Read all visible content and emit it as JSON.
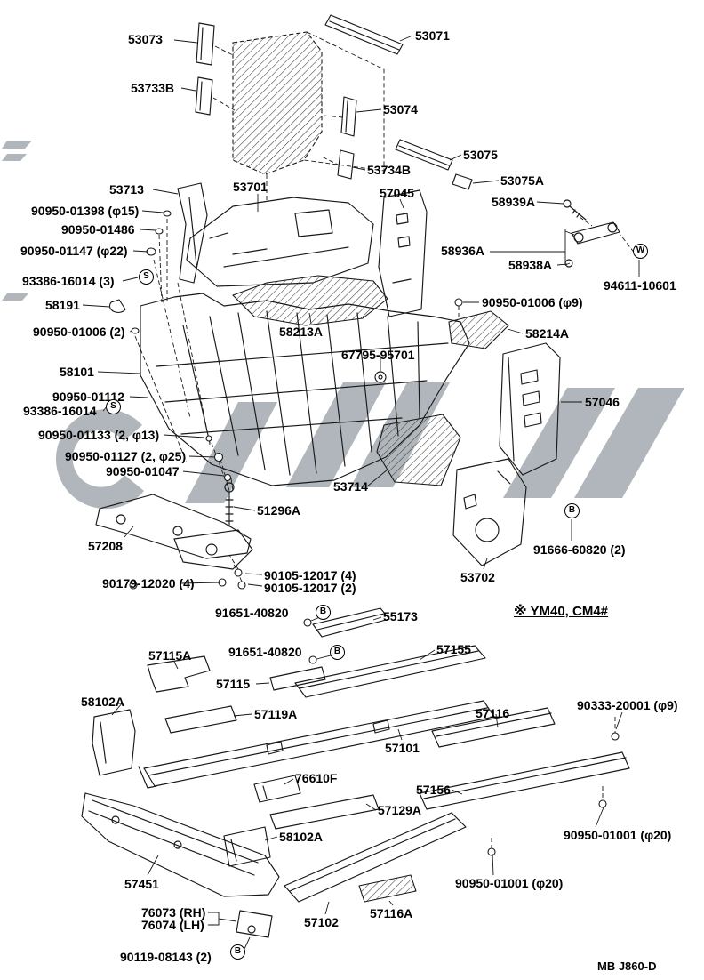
{
  "colors": {
    "ink": "#181818",
    "watermark": "#9aa1a8",
    "background": "#ffffff"
  },
  "note": "※ YM40, CM4#",
  "footer_code": "MB  J860-D",
  "markers": [
    "S",
    "W",
    "S",
    "B",
    "B",
    "B",
    "B"
  ],
  "labels": [
    "53073",
    "53071",
    "53733B",
    "53074",
    "53734B",
    "53075",
    "53075A",
    "53713",
    "53701",
    "57045",
    "58939A",
    "90950-01398 (φ15)",
    "90950-01486",
    "90950-01147 (φ22)",
    "58936A",
    "93386-16014 (3)",
    "58938A",
    "94611-10601",
    "58191",
    "90950-01006 (φ9)",
    "90950-01006 (2)",
    "58213A",
    "58214A",
    "67795-95701",
    "58101",
    "90950-01112",
    "93386-16014",
    "57046",
    "90950-01133 (2, φ13)",
    "90950-01127 (2, φ25)",
    "90950-01047",
    "53714",
    "51296A",
    "57208",
    "91666-60820 (2)",
    "53702",
    "90179-12020 (4)",
    "90105-12017 (4)",
    "90105-12017 (2)",
    "91651-40820",
    "55173",
    "57115A",
    "91651-40820",
    "57155",
    "57115",
    "58102A",
    "57119A",
    "57116",
    "90333-20001 (φ9)",
    "57101",
    "76610F",
    "57156",
    "57129A",
    "58102A",
    "90950-01001 (φ20)",
    "57451",
    "90950-01001 (φ20)",
    "76073 (RH)",
    "76074 (LH)",
    "57102",
    "57116A",
    "90119-08143 (2)"
  ]
}
